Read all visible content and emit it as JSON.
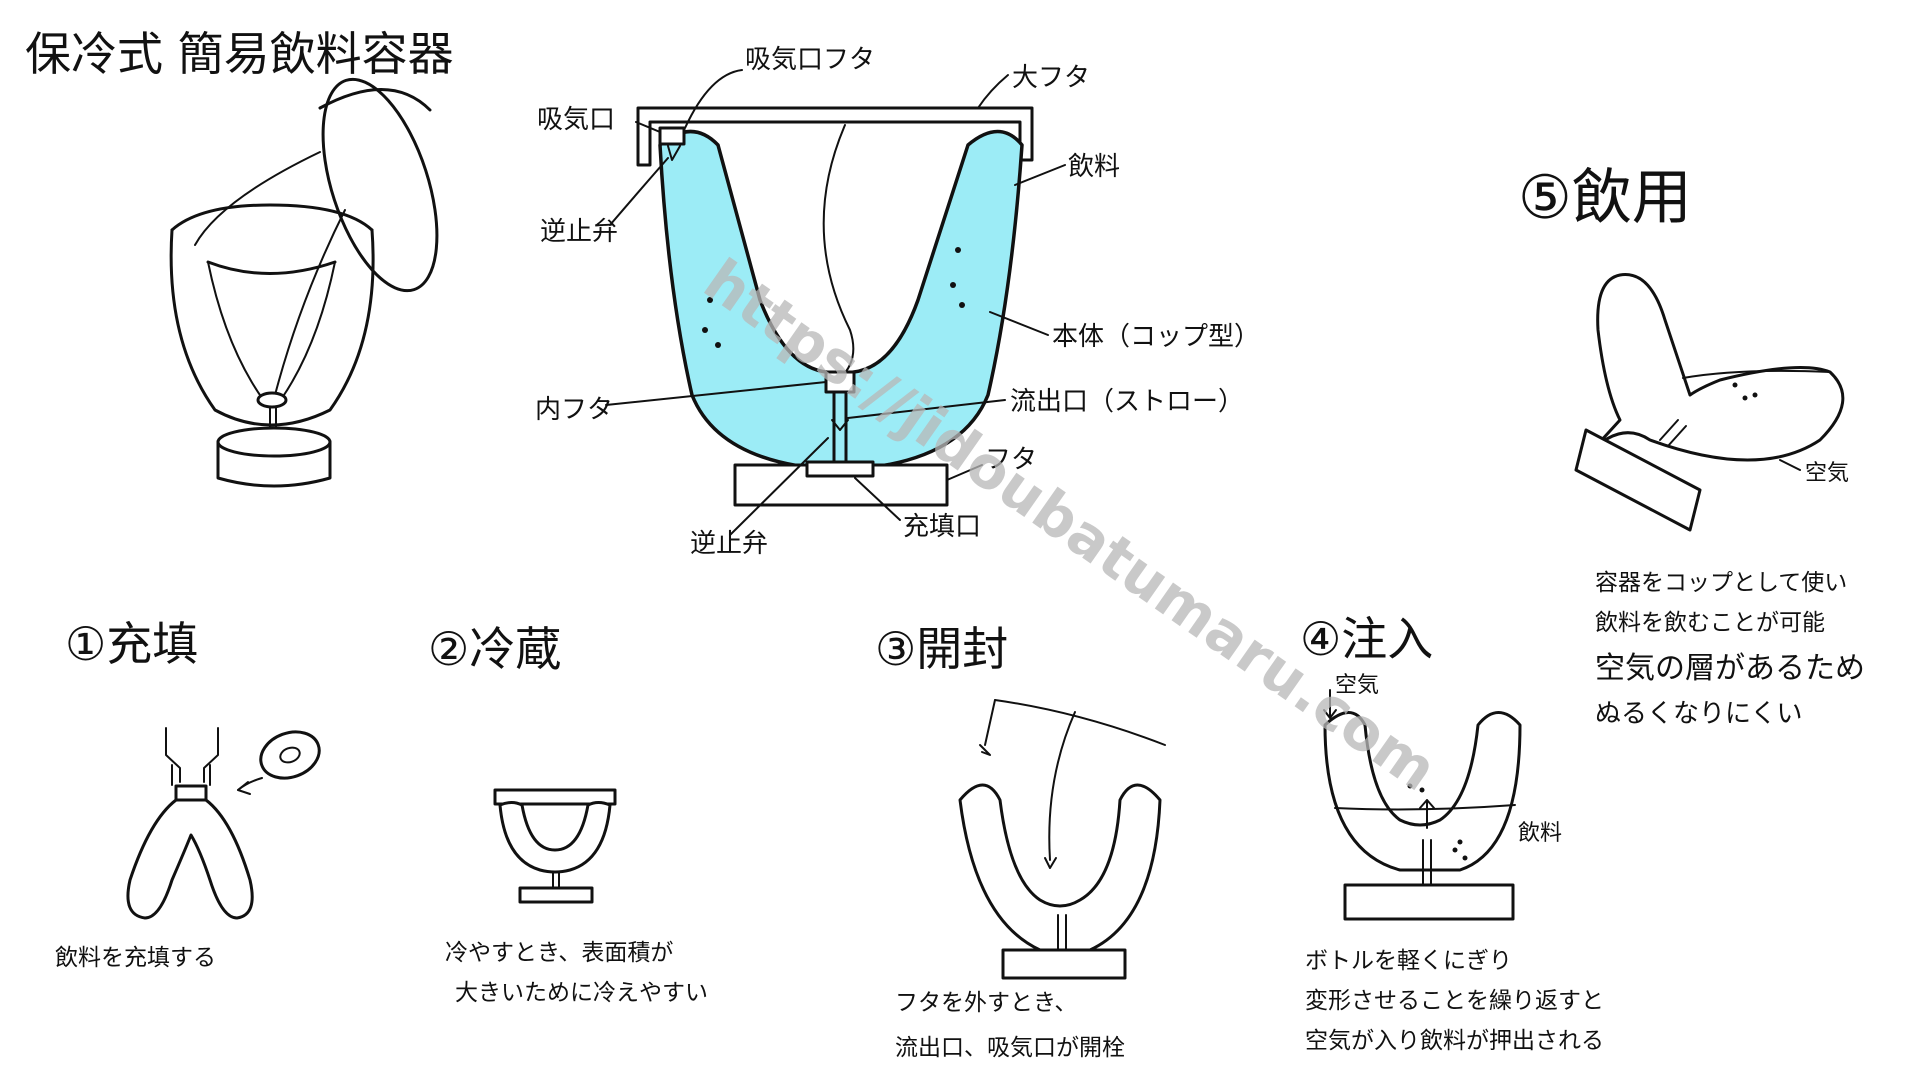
{
  "title": "保冷式 簡易飲料容器",
  "watermark": "https://jidoubatumaru.com",
  "colors": {
    "liquid": "#9cecf6",
    "ink": "#111111"
  },
  "labels": {
    "air_inlet_cap": "吸気口フタ",
    "large_cap": "大フタ",
    "air_inlet": "吸気口",
    "drink": "飲料",
    "check_valve_top": "逆止弁",
    "body_cup": "本体（コップ型）",
    "inner_cap": "内フタ",
    "outlet_straw": "流出口（ストロー）",
    "cap": "フタ",
    "fill_port": "充填口",
    "check_valve_bottom": "逆止弁"
  },
  "steps": [
    {
      "label": "①充填",
      "note_lines": [
        "飲料を充填する"
      ]
    },
    {
      "label": "②冷蔵",
      "note_lines": [
        "冷やすとき、表面積が",
        "大きいために冷えやすい"
      ]
    },
    {
      "label": "③開封",
      "note_lines": [
        "フタを外すとき、",
        "流出口、吸気口が開栓"
      ]
    },
    {
      "label": "④注入",
      "note_lines": [
        "ボトルを軽くにぎり",
        "変形させることを繰り返すと",
        "空気が入り飲料が押出される"
      ],
      "air_label": "空気",
      "drink_label": "飲料"
    },
    {
      "label": "⑤飲用",
      "note_lines": [
        "容器をコップとして使い",
        "飲料を飲むことが可能",
        "空気の層があるため",
        "ぬるくなりにくい"
      ],
      "air_label": "空気"
    }
  ]
}
